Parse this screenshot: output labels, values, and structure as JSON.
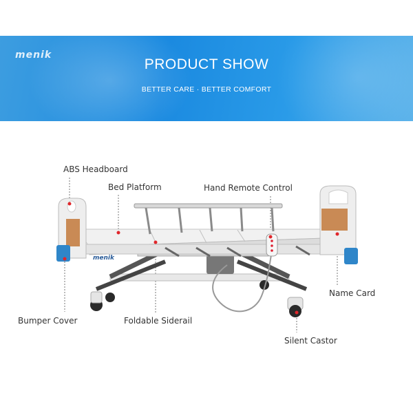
{
  "banner": {
    "logo": "menik",
    "title": "PRODUCT SHOW",
    "subtitle": "BETTER CARE · BETTER COMFORT"
  },
  "bed_logo": "menik",
  "labels": {
    "abs_headboard": "ABS Headboard",
    "bed_platform": "Bed Platform",
    "hand_remote": "Hand Remote Control",
    "name_card": "Name Card",
    "bumper_cover": "Bumper Cover",
    "foldable_siderail": "Foldable Siderail",
    "silent_castor": "Silent Castor"
  },
  "colors": {
    "banner_blue": "#1b8ae0",
    "marker_red": "#e0262b",
    "bumper_blue": "#2f86c9",
    "wood_panel": "#c98a55"
  }
}
